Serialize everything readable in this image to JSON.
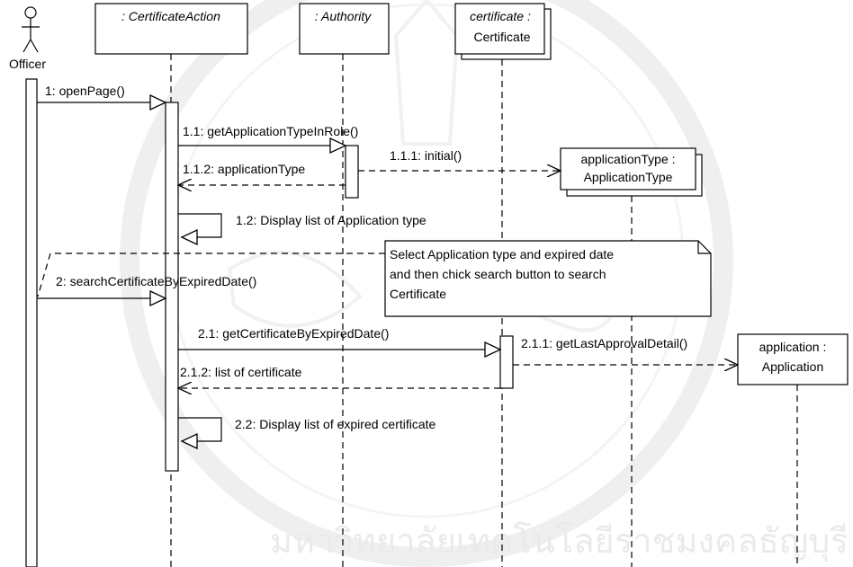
{
  "actor": {
    "name": "Officer"
  },
  "lifelines": {
    "certificate_action": ": CertificateAction",
    "authority": ": Authority",
    "certificate_line1": "certificate :",
    "certificate_line2": "Certificate",
    "application_type_line1": "applicationType :",
    "application_type_line2": "ApplicationType",
    "application_line1": "application :",
    "application_line2": "Application"
  },
  "messages": {
    "m1": "1: openPage()",
    "m1_1": "1.1: getApplicationTypeInRole()",
    "m1_1_1": "1.1.1: initial()",
    "m1_1_2": "1.1.2: applicationType",
    "m1_2": "1.2: Display list of Application type",
    "m2": "2: searchCertificateByExpiredDate()",
    "m2_1": "2.1: getCertificateByExpiredDate()",
    "m2_1_1": "2.1.1: getLastApprovalDetail()",
    "m2_1_2": "2.1.2: list of certificate",
    "m2_2": "2.2: Display list of expired certificate"
  },
  "note": {
    "line1": "Select Application type and expired date",
    "line2": "and then chick search button to search",
    "line3": "Certificate"
  },
  "watermark": {
    "text": "มหาวิทยาลัยเทคโนโลยีราชมงคลธัญบุรี"
  }
}
